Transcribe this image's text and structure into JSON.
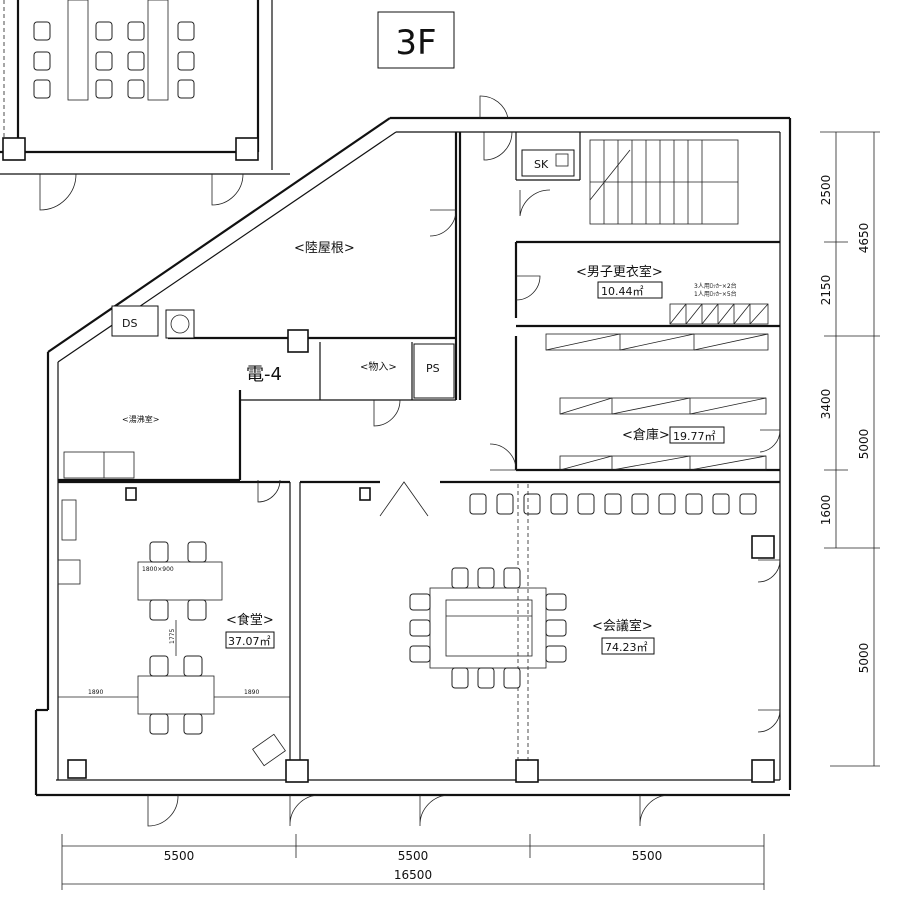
{
  "floor": "3F",
  "rooms": {
    "roof": "<陸屋根>",
    "mens_locker": "<男子更衣室>",
    "mens_locker_area": "10.44㎡",
    "mens_locker_note1": "3人用ﾛｯｶｰ×2台",
    "mens_locker_note2": "1人用ﾛｯｶｰ×5台",
    "storage": "<倉庫>",
    "storage_area": "19.77㎡",
    "kitchen": "<湯沸室>",
    "closet": "<物入>",
    "dining": "<食堂>",
    "dining_area": "37.07㎡",
    "meeting": "<会議室>",
    "meeting_area": "74.23㎡"
  },
  "labels": {
    "ds": "DS",
    "ps": "PS",
    "sk": "SK",
    "elevator": "電-4",
    "table_size": "1800×900",
    "dim_1890a": "1890",
    "dim_1890b": "1890",
    "dim_1775": "1775"
  },
  "dimensions": {
    "bottom": [
      "5500",
      "5500",
      "5500"
    ],
    "total": "16500",
    "right_top": [
      "2500",
      "2150"
    ],
    "right_mid": [
      "3400",
      "1600"
    ],
    "right_bottom": "5000",
    "right_sum_a": "4650",
    "right_sum_b": "5000"
  }
}
